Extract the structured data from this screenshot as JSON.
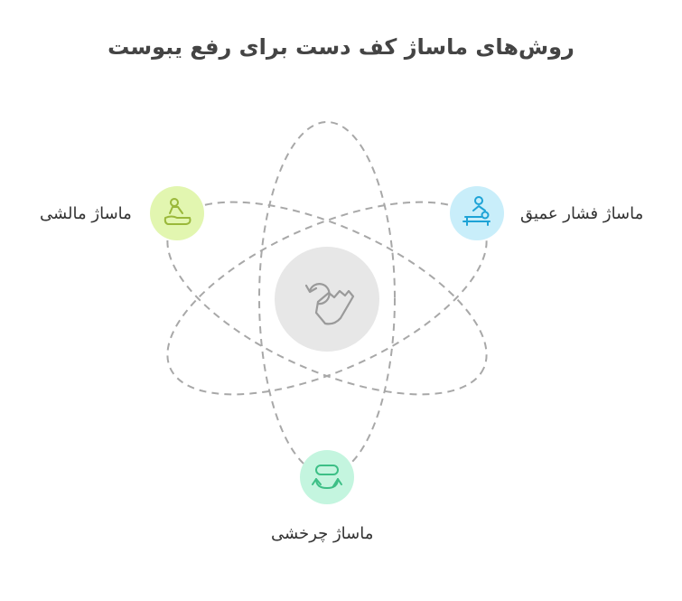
{
  "title": "روش‌های ماساژ کف دست برای رفع یبوست",
  "center": {
    "icon": "hand-rotate-icon",
    "color": "#e7e7e7"
  },
  "nodes": [
    {
      "id": "left",
      "label": "ماساژ مالشی",
      "icon": "massage-rub-icon",
      "fill": "#e2f6b0",
      "stroke": "#9ab83a"
    },
    {
      "id": "right",
      "label": "ماساژ فشار عمیق",
      "icon": "massage-pressure-icon",
      "fill": "#c9eefa",
      "stroke": "#1ea3d6"
    },
    {
      "id": "bottom",
      "label": "ماساژ چرخشی",
      "icon": "rotate-arrows-icon",
      "fill": "#c4f5df",
      "stroke": "#3cbf86"
    }
  ],
  "orbit_color": "#a8a8a8"
}
